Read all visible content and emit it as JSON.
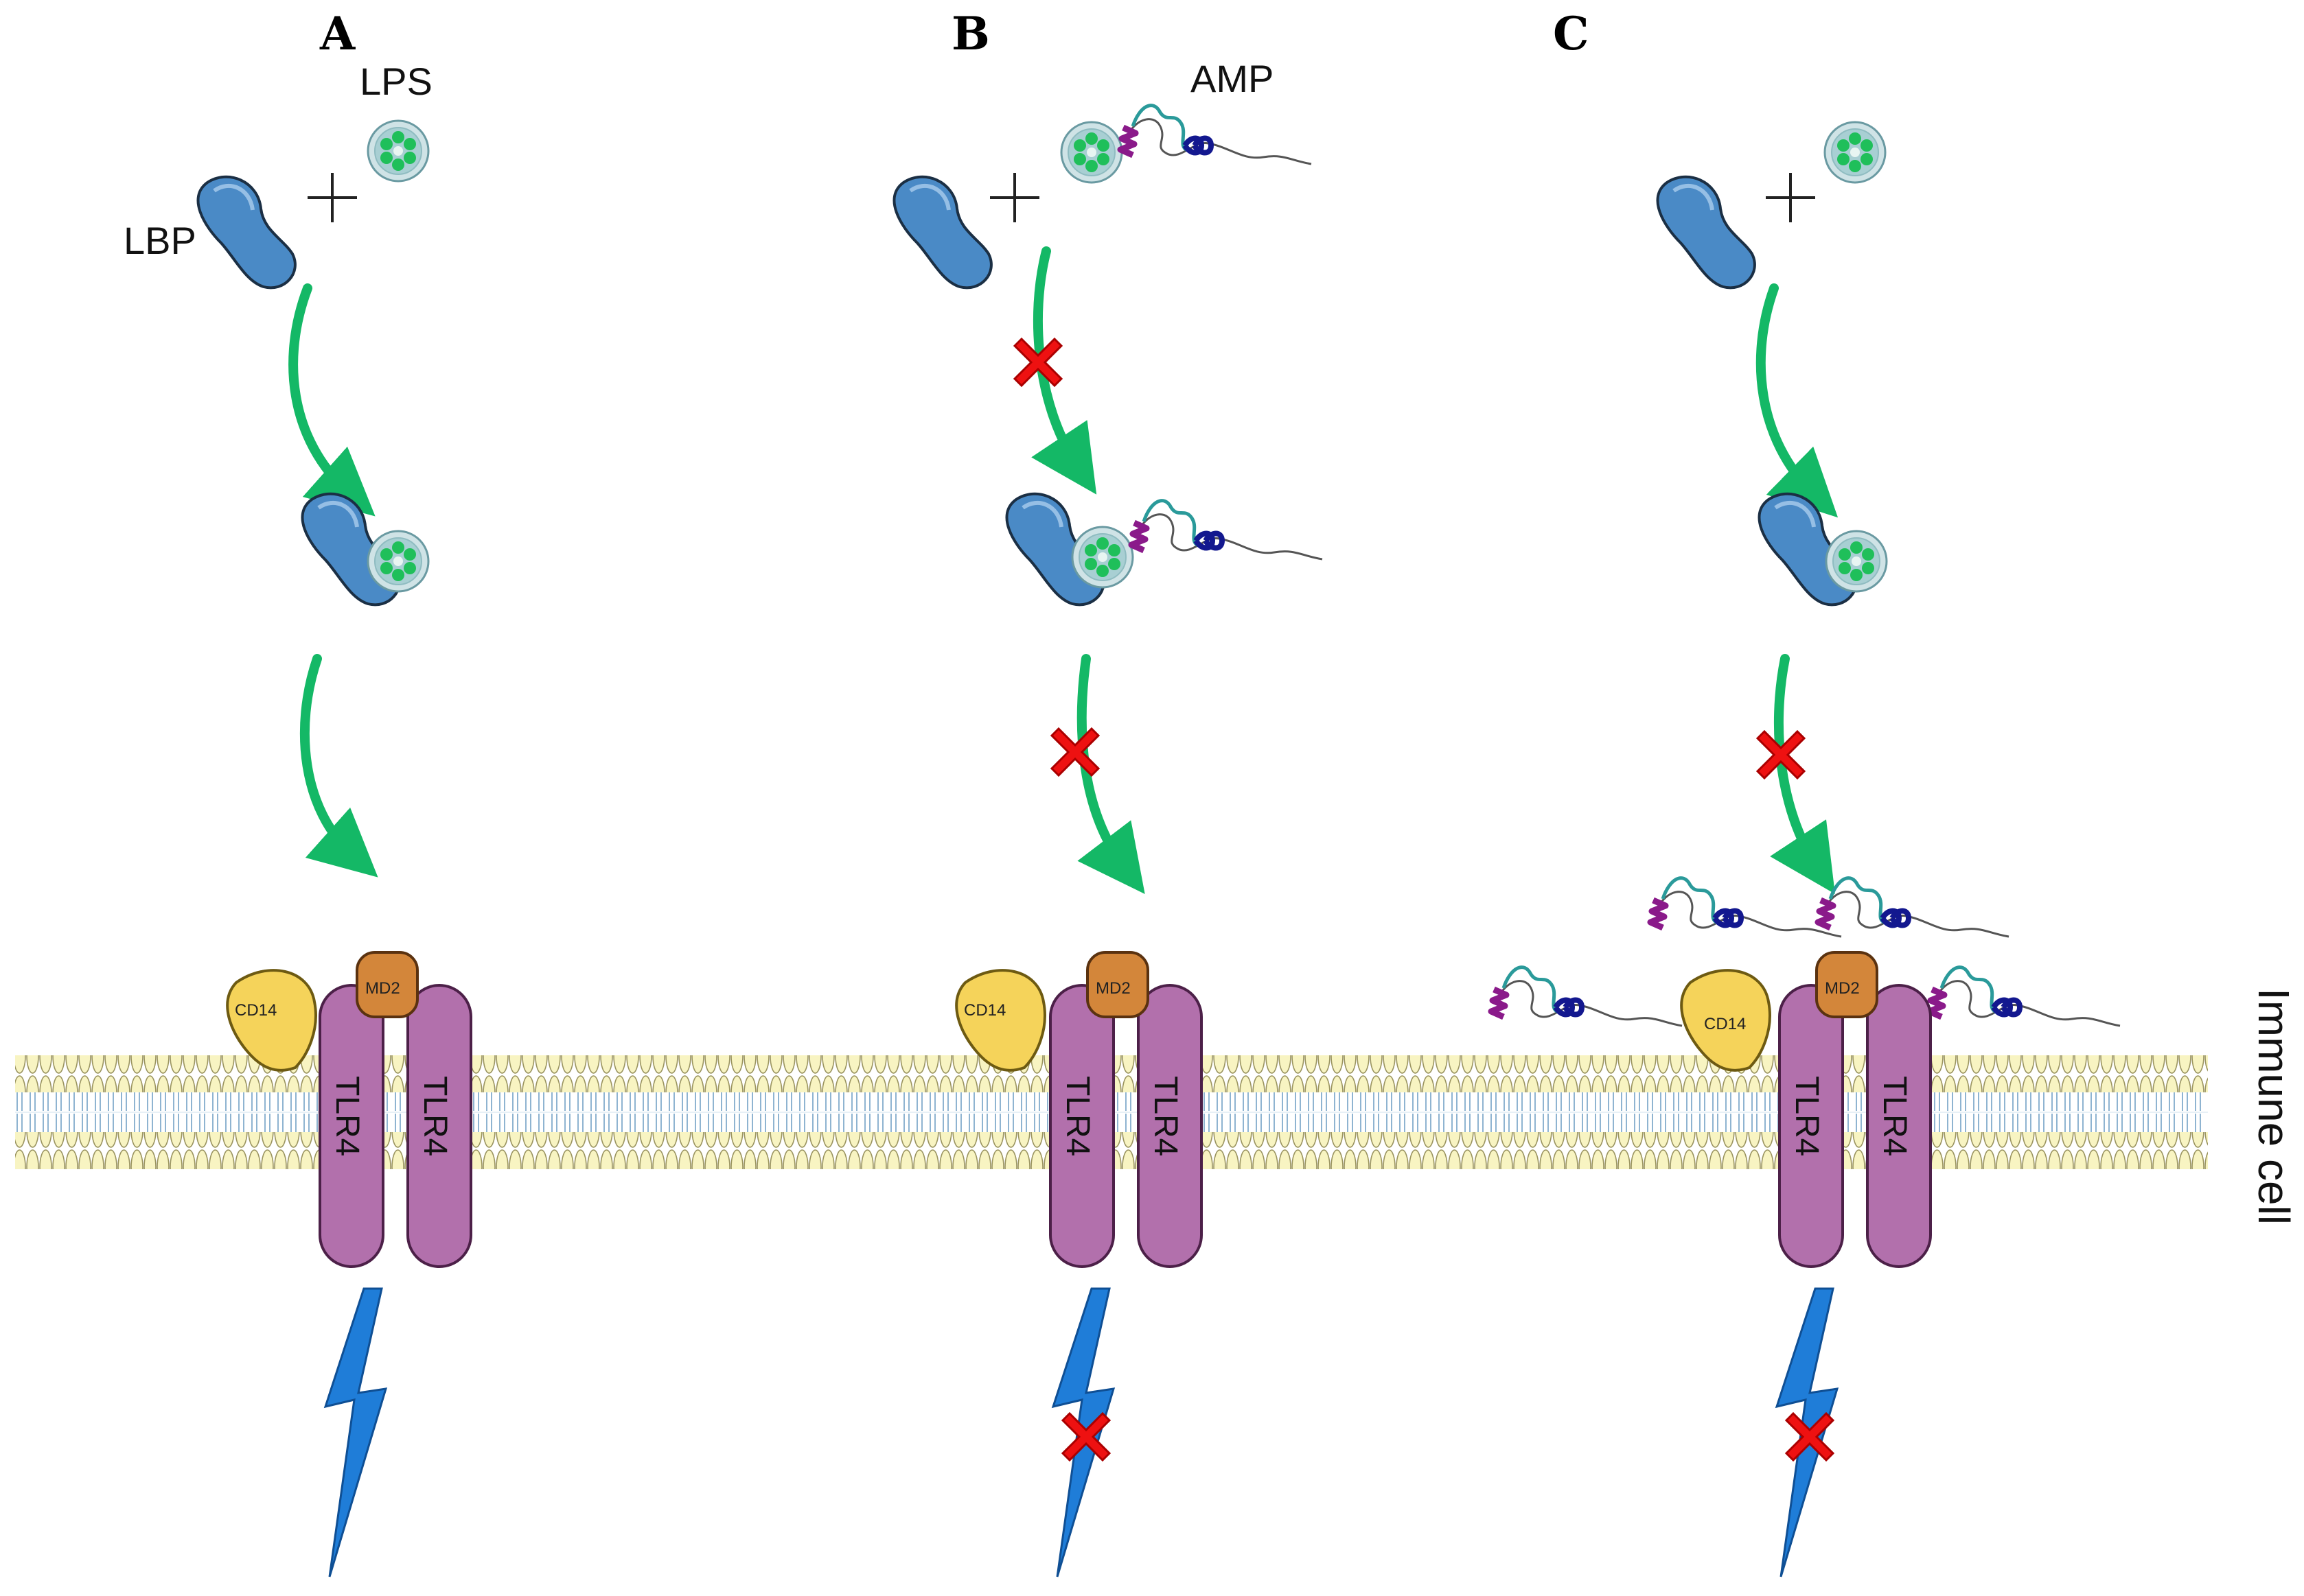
{
  "panels": [
    {
      "letter": "A",
      "lps_label": "LPS",
      "lbp_label": "LBP",
      "amp_label": "",
      "blocked_binding": false,
      "blocked_receptor": false,
      "blocked_signal": false,
      "membrane_amps": false
    },
    {
      "letter": "B",
      "lps_label": "",
      "lbp_label": "",
      "amp_label": "AMP",
      "blocked_binding": true,
      "blocked_receptor": true,
      "blocked_signal": true,
      "membrane_amps": false
    },
    {
      "letter": "C",
      "lps_label": "",
      "lbp_label": "",
      "amp_label": "",
      "blocked_binding": false,
      "blocked_receptor": true,
      "blocked_signal": true,
      "membrane_amps": true
    }
  ],
  "receptor": {
    "cd14_label": "CD14",
    "md2_label": "MD2",
    "tlr4_label": "TLR4"
  },
  "membrane_label": "Immune cell",
  "icons": {
    "lbp": "lbp-protein-icon",
    "lps": "lps-micelle-icon",
    "amp": "amp-peptide-icon",
    "plus": "plus-icon",
    "arrow": "green-arrow-icon",
    "block": "red-x-icon",
    "signal": "lightning-bolt-icon"
  },
  "colors": {
    "lbp": "#3f7fbf",
    "lps_dot": "#22c55e",
    "arrow": "#14b866",
    "block": "#ee1111",
    "cd14": "#f5d35a",
    "md2": "#d3863a",
    "tlr4": "#b270ac",
    "membrane_head": "#f8f4c2",
    "membrane_tail": "#8fb4d1",
    "signal": "#1f7dd8"
  }
}
